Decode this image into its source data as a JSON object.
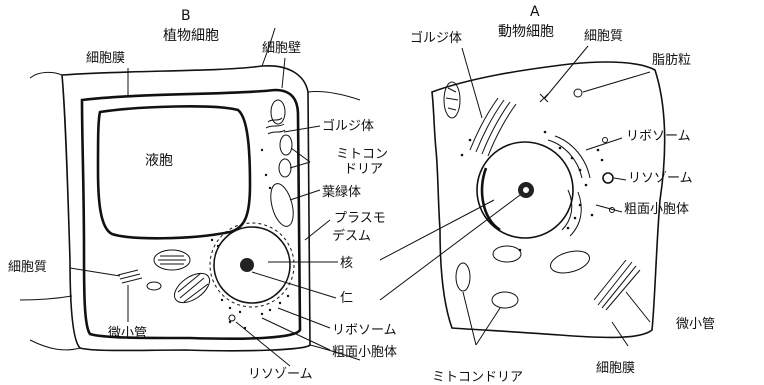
{
  "plant_cell": {
    "letter": "B",
    "title": "植物細胞",
    "labels": {
      "cell_membrane": "細胞膜",
      "cell_wall": "細胞壁",
      "vacuole": "液胞",
      "golgi": "ゴルジ体",
      "mito_line1": "ミトコン",
      "mito_line2": "ドリア",
      "chloroplast": "葉緑体",
      "plasmo_line1": "プラスモ",
      "plasmo_line2": "デスム",
      "nucleus": "核",
      "nucleolus": "仁",
      "ribosome": "リボソーム",
      "rough_er": "粗面小胞体",
      "lysosome": "リソゾーム",
      "microtubule": "微小管",
      "cytoplasm": "細胞質"
    }
  },
  "animal_cell": {
    "letter": "A",
    "title": "動物細胞",
    "labels": {
      "golgi": "ゴルジ体",
      "cytoplasm": "細胞質",
      "lipid": "脂肪粒",
      "ribosome": "リボソーム",
      "lysosome": "リソゾーム",
      "rough_er": "粗面小胞体",
      "microtubule": "微小管",
      "cell_membrane": "細胞膜",
      "mitochondria": "ミトコンドリア"
    }
  }
}
